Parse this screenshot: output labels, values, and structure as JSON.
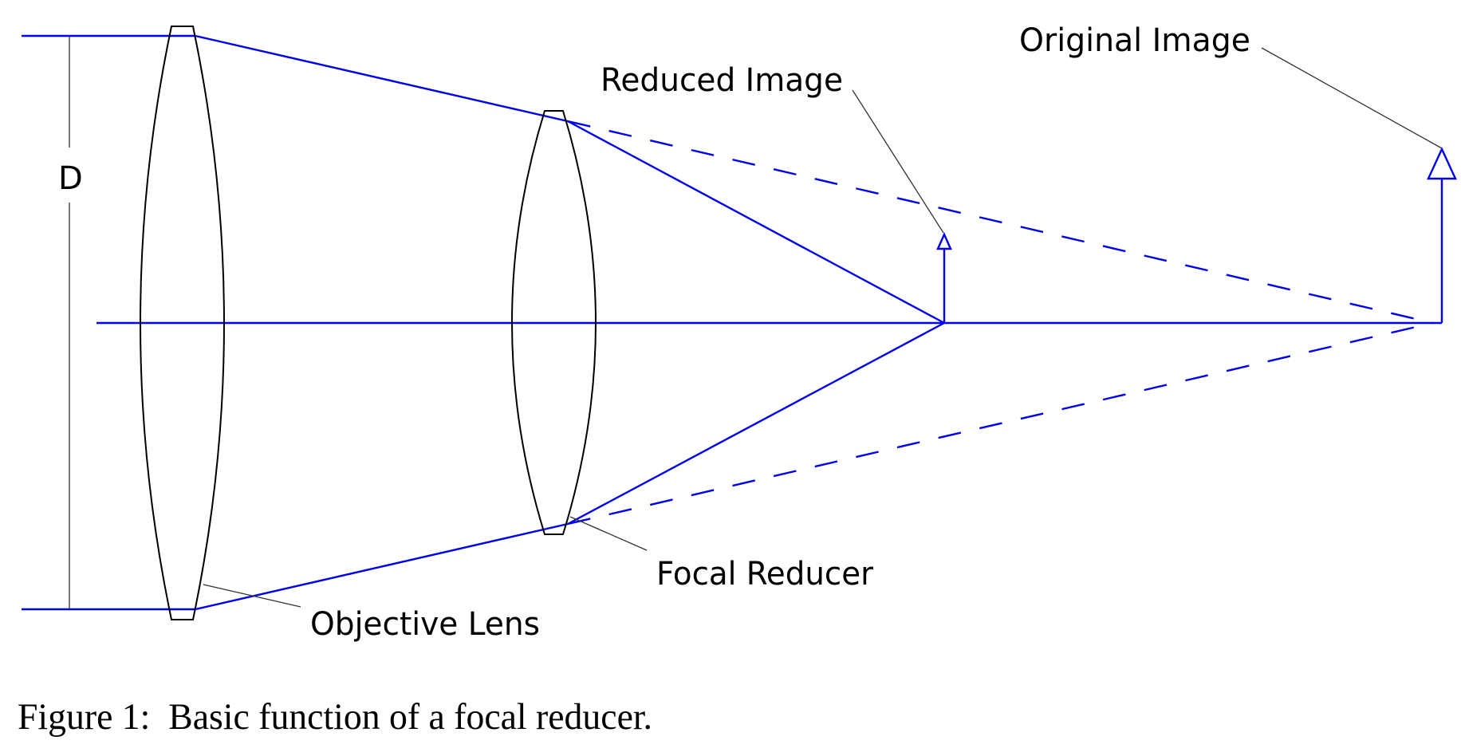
{
  "figure": {
    "caption": "Figure 1:  Basic function of a focal reducer.",
    "labels": {
      "aperture": "D",
      "objective_lens": "Objective Lens",
      "focal_reducer": "Focal Reducer",
      "reduced_image": "Reduced Image",
      "original_image": "Original Image"
    },
    "colors": {
      "ray": "#0000ee",
      "lens_outline": "#000000",
      "leader_line": "#333333",
      "dimension_line": "#777777"
    }
  }
}
